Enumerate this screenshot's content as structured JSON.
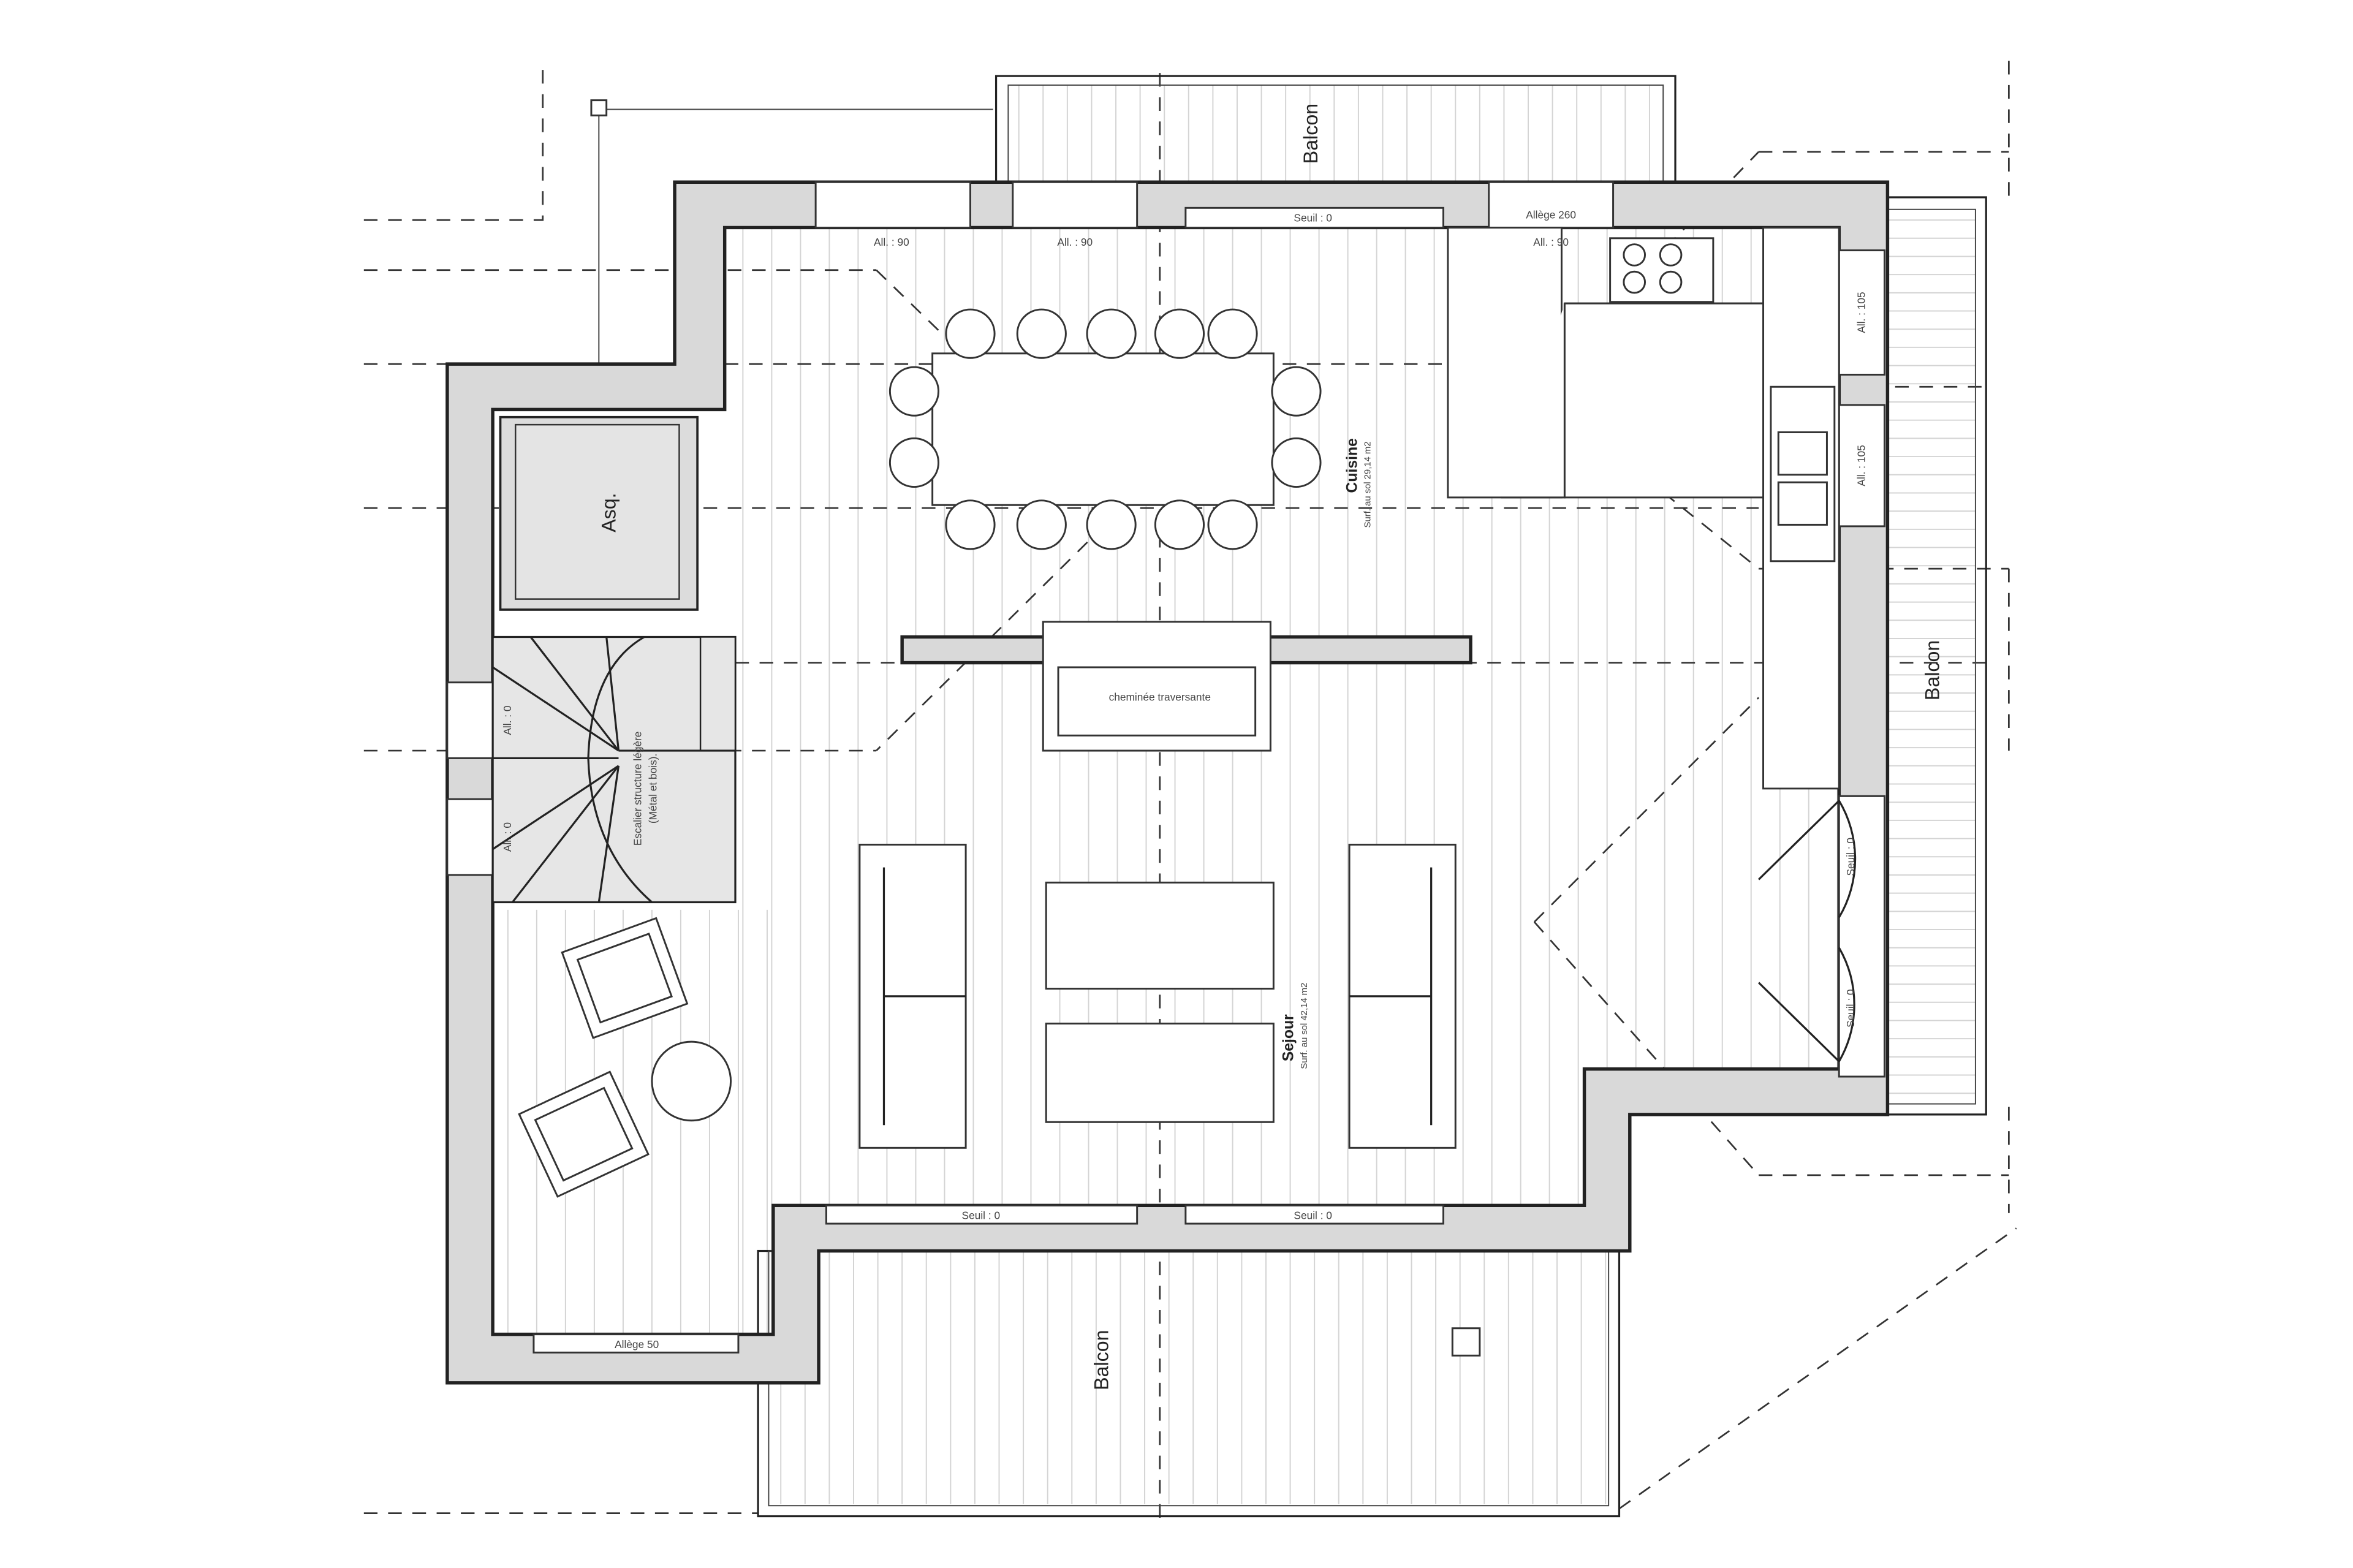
{
  "plan": {
    "balconies": [
      "Balcon",
      "Balcon",
      "Balcon"
    ],
    "rooms": [
      {
        "name": "Cuisine",
        "area": "Surf. au sol 29,14 m2"
      },
      {
        "name": "Sejour",
        "area": "Surf. au sol 42,14 m2"
      }
    ],
    "elevator": "Asq.",
    "fireplace": "cheminée traversante",
    "stairs": [
      "Escalier structure légère",
      "(Métal et bois)."
    ],
    "openings": {
      "top_left_1": "All. : 90",
      "top_left_2": "All. : 90",
      "top_seuil": "Seuil : 0",
      "top_right_allege": "Allège 260",
      "top_right": "All. : 90",
      "right_1": "All. : 105",
      "right_2": "All. : 105",
      "right_seuil_1": "Seuil : 0",
      "right_seuil_2": "Seuil : 0",
      "bottom_seuil_1": "Seuil : 0",
      "bottom_seuil_2": "Seuil : 0",
      "bottom_left": "Allège 50",
      "stair_1": "All. : 0",
      "stair_2": "All. : 0"
    },
    "colors": {
      "line": "#222222",
      "wall_fill": "#d9d9d9",
      "stair_fill": "#e6e6e6"
    }
  }
}
